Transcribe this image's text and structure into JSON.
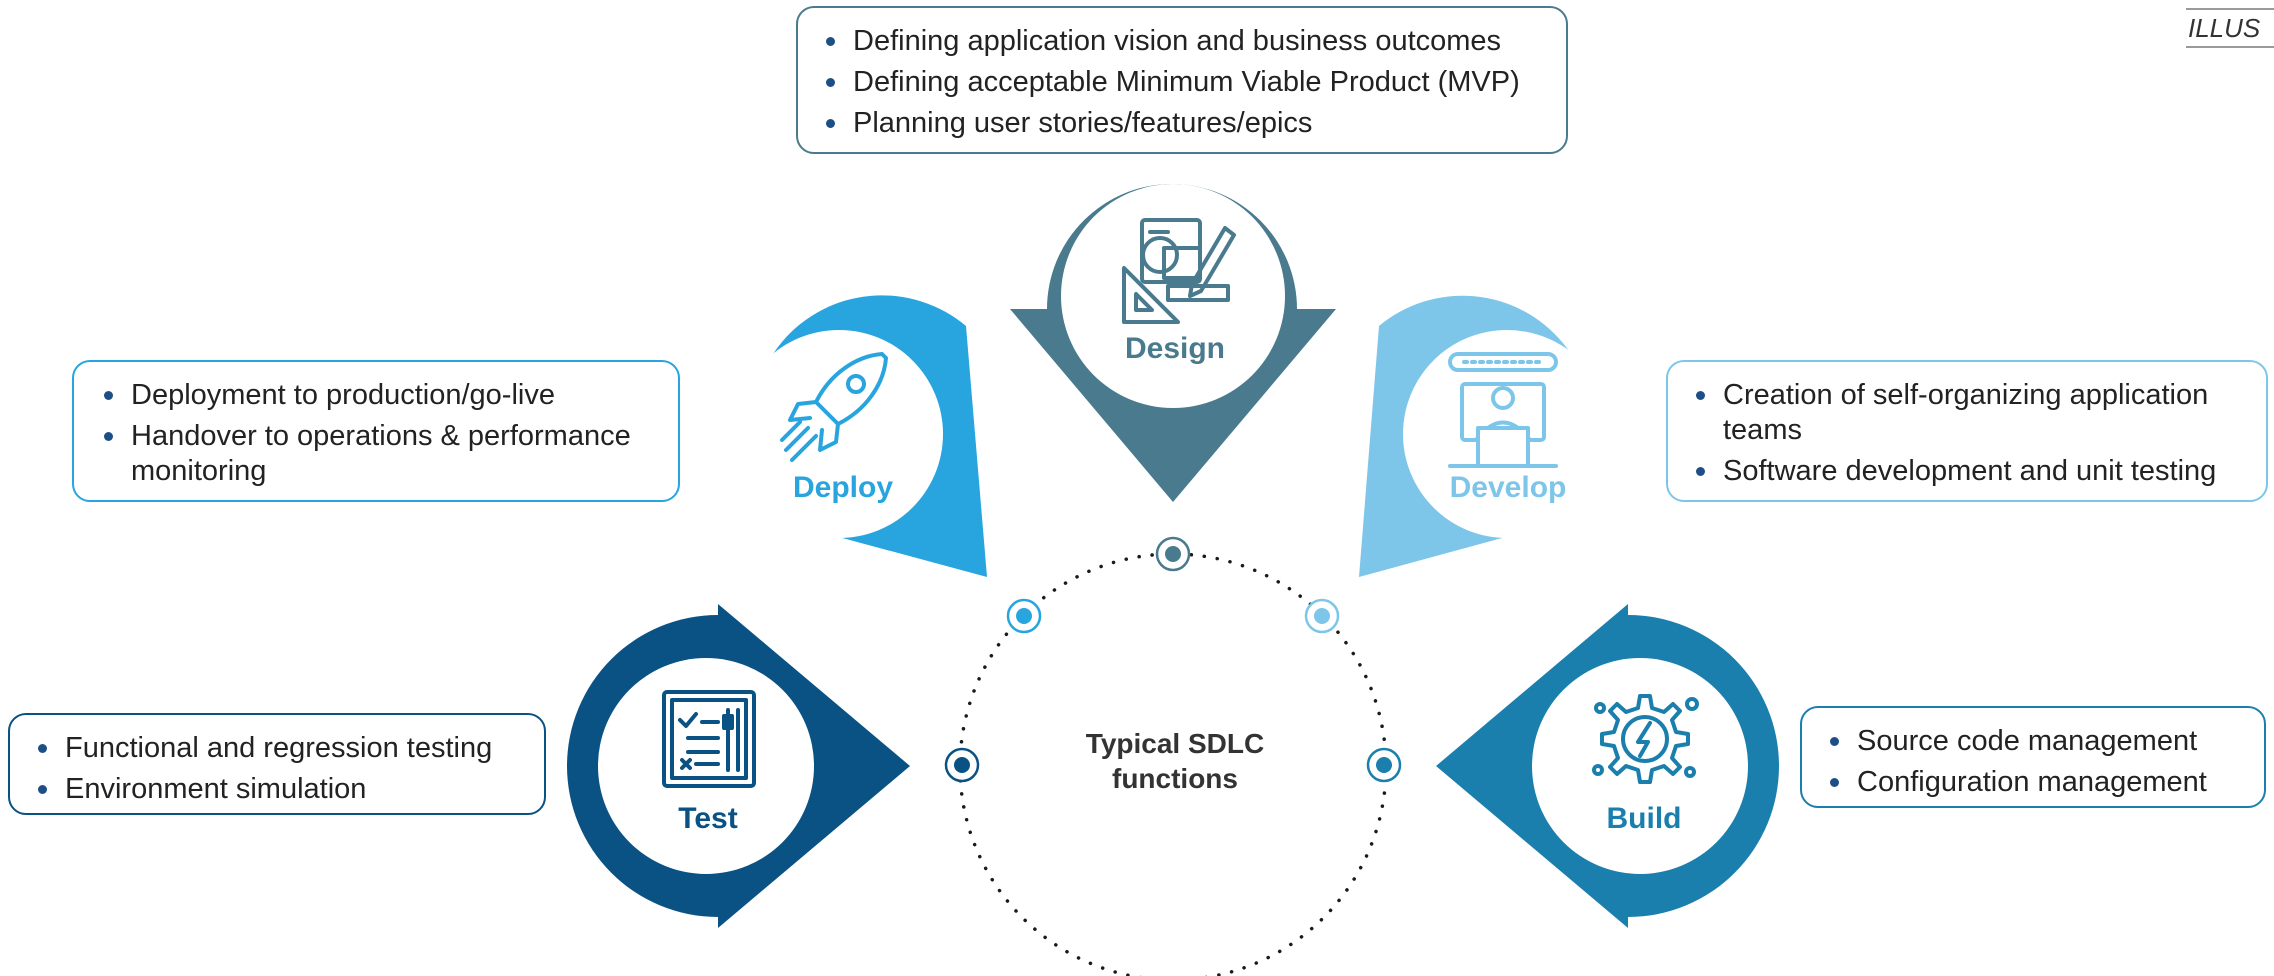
{
  "stamp": "ILLUS",
  "center": {
    "line1": "Typical SDLC",
    "line2": "functions"
  },
  "stages": [
    {
      "id": "design",
      "label": "Design",
      "color": "#4a7a8e",
      "icon": "design-tools-icon",
      "bullets": [
        "Defining application vision and business outcomes",
        "Defining acceptable Minimum Viable Product (MVP)",
        "Planning user stories/features/epics"
      ]
    },
    {
      "id": "develop",
      "label": "Develop",
      "color": "#7dc6ea",
      "icon": "developer-workstation-icon",
      "bullets": [
        "Creation of self-organizing application teams",
        "Software development and unit testing"
      ]
    },
    {
      "id": "build",
      "label": "Build",
      "color": "#1b7fae",
      "icon": "gear-lightning-icon",
      "bullets": [
        "Source code management",
        "Configuration management"
      ]
    },
    {
      "id": "test",
      "label": "Test",
      "color": "#0a5284",
      "icon": "test-checklist-icon",
      "bullets": [
        "Functional and regression testing",
        "Environment simulation"
      ]
    },
    {
      "id": "deploy",
      "label": "Deploy",
      "color": "#28a5df",
      "icon": "rocket-icon",
      "bullets": [
        "Deployment to production/go-live",
        "Handover to operations & performance monitoring"
      ]
    }
  ]
}
